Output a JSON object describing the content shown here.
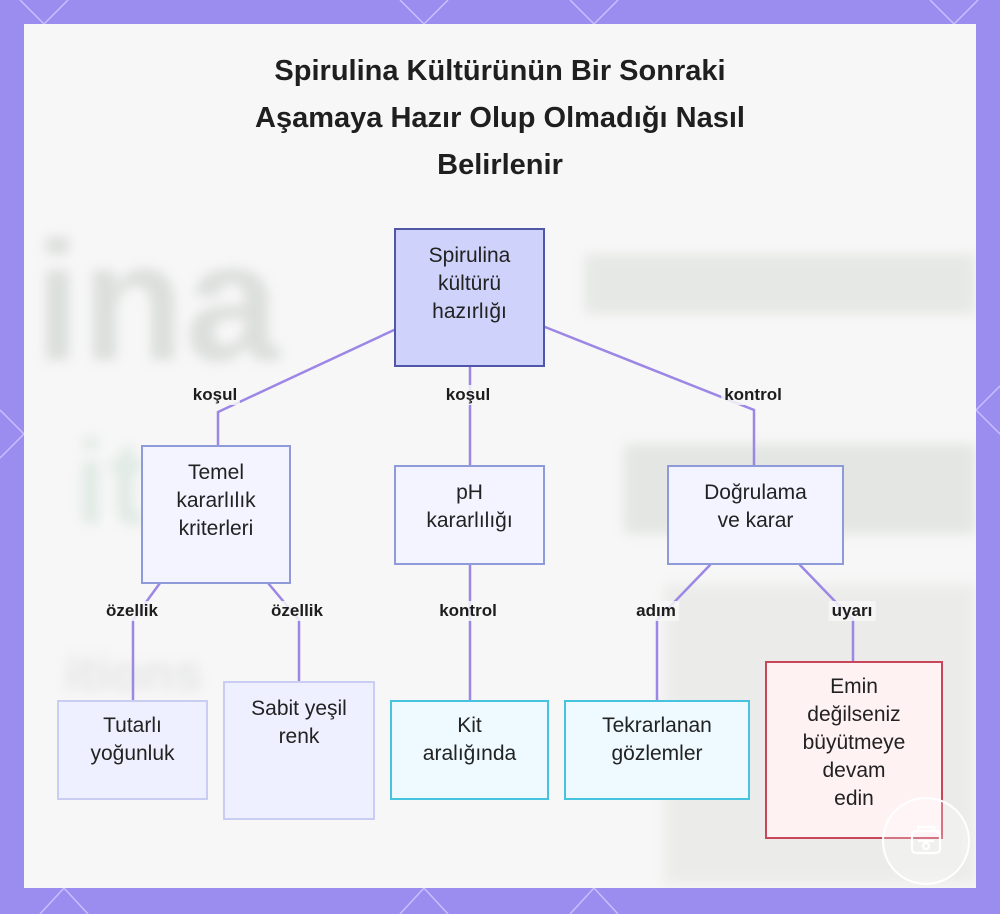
{
  "title": {
    "line1": "Spirulina Kültürünün Bir Sonraki",
    "line2": "Aşamaya Hazır Olup Olmadığı Nasıl",
    "line3": "Belirlenir"
  },
  "nodes": {
    "root": "Spirulina\nkültürü\nhazırlığı",
    "criteria": "Temel\nkararlılık\nkriterleri",
    "ph": "pH\nkararlılığı",
    "verify": "Doğrulama\nve karar",
    "consistent": "Tutarlı\nyoğunluk",
    "green": "Sabit yeşil\nrenk",
    "kit": "Kit\naralığında",
    "repeat": "Tekrarlanan\ngözlemler",
    "warn": "Emin\ndeğilseniz\nbüyütmeye\ndevam\nedin"
  },
  "edges": {
    "root_criteria": "koşul",
    "root_ph": "koşul",
    "root_verify": "kontrol",
    "criteria_consistent": "özellik",
    "criteria_green": "özellik",
    "ph_kit": "kontrol",
    "verify_repeat": "adım",
    "verify_warn": "uyarı"
  },
  "background": {
    "word1": "ina",
    "word2": "it",
    "word3": "itions"
  },
  "colors": {
    "frame": "#9b8cf0",
    "edge": "#9c86e6",
    "root_fill": "#cfd2fb",
    "cyan_border": "#46c3df",
    "red_border": "#c9465a"
  },
  "icons": {
    "logo": "logo-icon"
  }
}
